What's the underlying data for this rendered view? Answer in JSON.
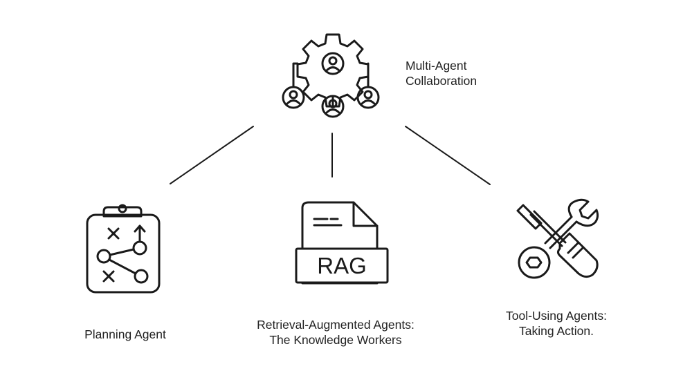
{
  "colors": {
    "stroke": "#1a1a1a",
    "text": "#222222",
    "background": "#ffffff"
  },
  "nodes": {
    "top": {
      "icon": "multi-agent-gear-icon",
      "lines": [
        "Multi-Agent",
        "Collaboration"
      ]
    },
    "left": {
      "icon": "planning-clipboard-icon",
      "lines": [
        "Planning Agent"
      ]
    },
    "middle": {
      "icon": "rag-document-icon",
      "icon_text": "RAG",
      "lines": [
        "Retrieval-Augmented Agents:",
        "The Knowledge Workers"
      ]
    },
    "right": {
      "icon": "wrench-screwdriver-icon",
      "lines": [
        "Tool-Using Agents:",
        "Taking Action."
      ]
    }
  }
}
